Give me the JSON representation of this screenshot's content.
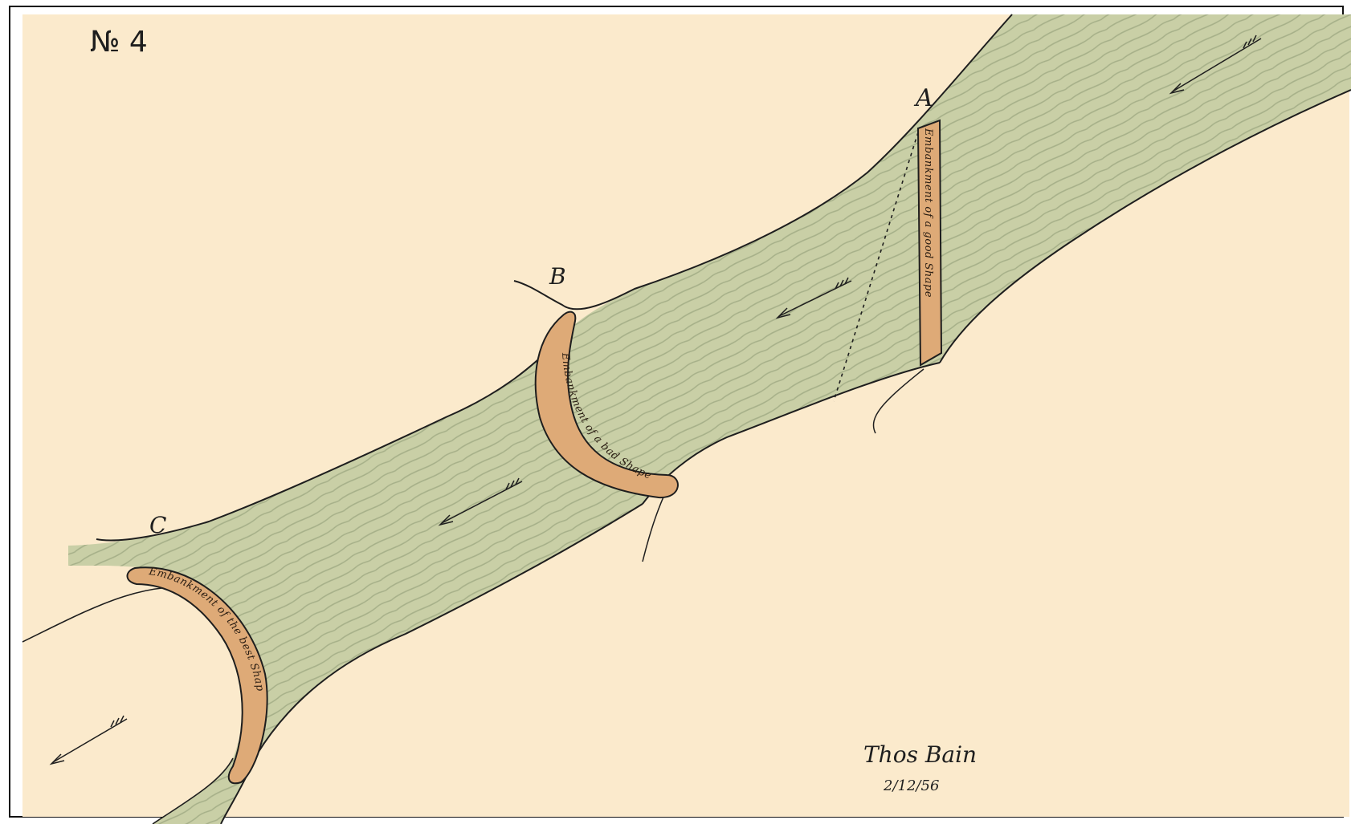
{
  "plate": {
    "title": "№ 4",
    "point_labels": {
      "a": "A",
      "b": "B",
      "c": "C"
    },
    "embankments": {
      "a": "Embankment of a good Shape",
      "b": "Embankment of a bad Shape",
      "c": "Embankment of the best Shape"
    },
    "signature": {
      "name": "Thos Bain",
      "date": "2/12/56"
    }
  },
  "colors": {
    "paper": "#fbeacc",
    "water": "#c9cfa6",
    "water_lines": "#9aa57f",
    "embankment": "#deaa77",
    "ink": "#1e1e1e"
  },
  "icons": [
    "flow-arrow-icon"
  ]
}
